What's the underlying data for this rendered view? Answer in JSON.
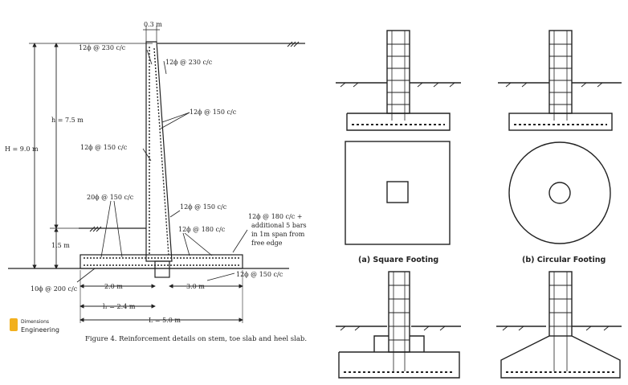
{
  "left": {
    "top_dim": "0.3 m",
    "labels": {
      "bar1": "12ϕ @ 230 c/c",
      "bar2": "12ϕ @ 230 c/c",
      "bar3": "12ϕ @ 150 c/c",
      "bar4": "12ϕ @ 150 c/c",
      "bar5": "20ϕ @ 150 c/c",
      "bar6": "12ϕ @ 150 c/c",
      "bar7": "12ϕ @ 180 c/c",
      "bar8_l1": "12ϕ @ 180 c/c +",
      "bar8_l2": "additional 5 bars",
      "bar8_l3": "in 1m span from",
      "bar8_l4": "free edge",
      "bar9": "12ϕ @ 150 c/c",
      "bar10": "10ϕ @ 200 c/c"
    },
    "dims": {
      "h": "h = 7.5 m",
      "H": "H = 9.0 m",
      "d15": "1.5 m",
      "d20": "2.0 m",
      "d30": "3.0 m",
      "l1": "l₁ = 2.4 m",
      "L": "L = 5.0 m"
    },
    "caption": "Figure 4. Reinforcement details on stem, toe slab and heel slab.",
    "watermark_line1": "Dimensions",
    "watermark_line2": "Engineering",
    "colors": {
      "ink": "#222222",
      "watermark": "#f2b01e"
    }
  },
  "right": {
    "caption_a": "(a) Square Footing",
    "caption_b": "(b) Circular Footing"
  }
}
